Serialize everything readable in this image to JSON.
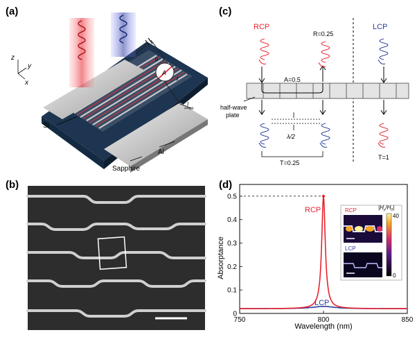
{
  "panels": {
    "a": {
      "label": "(a)",
      "axes": {
        "z": "z",
        "y": "y",
        "x": "x"
      },
      "labels": {
        "si": "Si",
        "al": "Al",
        "sapphire": "Sapphire",
        "iph": "I",
        "iph_sub": "ph",
        "zero": "0",
        "one": "1",
        "ammeter": "A"
      }
    },
    "b": {
      "label": "(b)"
    },
    "c": {
      "label": "(c)",
      "rcp": "RCP",
      "lcp": "LCP",
      "r_value": "R=0.25",
      "a_value": "A=0.5",
      "t_value": "T=0.25",
      "t1_value": "T=1",
      "half_wave": "half-wave",
      "plate": "plate",
      "lambda_half": "λ/2"
    },
    "d": {
      "label": "(d)",
      "inset": {
        "rcp": "RCP",
        "lcp": "LCP",
        "colorbar_label": "|H",
        "colorbar_label_sub": "y",
        "colorbar_label_mid": "/H",
        "colorbar_label_sub2": "0",
        "colorbar_label_end": "|",
        "colorbar_max": "40",
        "colorbar_min": "0"
      }
    }
  },
  "chart_data": {
    "type": "line",
    "xlabel": "Wavelength (nm)",
    "ylabel": "Absorptance",
    "xlim": [
      750,
      850
    ],
    "ylim": [
      0,
      0.55
    ],
    "xticks": [
      "750",
      "800",
      "850"
    ],
    "yticks": [
      "0",
      "0.1",
      "0.2",
      "0.3",
      "0.4",
      "0.5"
    ],
    "reference_line": 0.5,
    "series": [
      {
        "name": "RCP",
        "color": "#e8212e",
        "peak_x": 800,
        "peak_y": 0.5,
        "baseline": 0.02,
        "hwhm": 1.3
      },
      {
        "name": "LCP",
        "color": "#2a3b9c",
        "peak_x": 800,
        "peak_y": 0.03,
        "baseline": 0.02,
        "hwhm": 8
      }
    ]
  }
}
